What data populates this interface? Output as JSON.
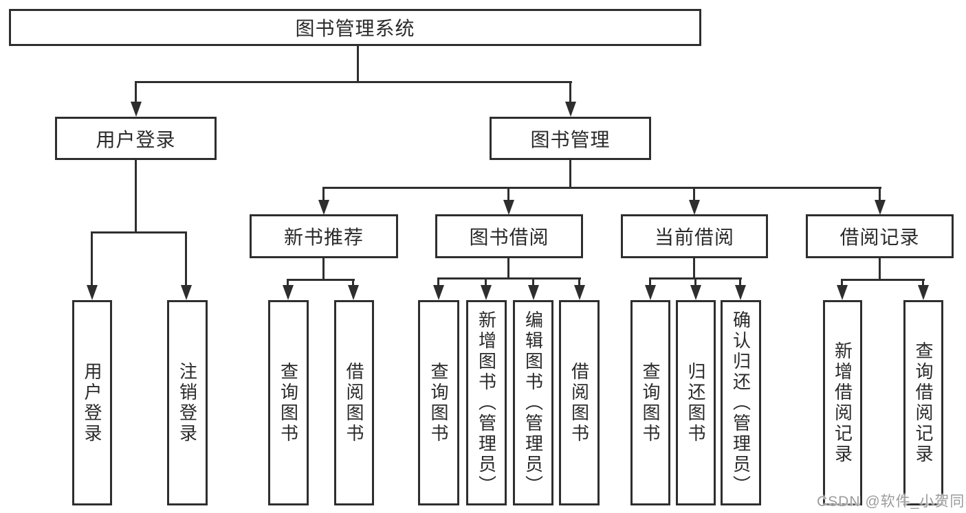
{
  "tree": {
    "label": "图书管理系统",
    "children": [
      {
        "label": "用户登录",
        "children": [
          {
            "label": "用户登录"
          },
          {
            "label": "注销登录"
          }
        ]
      },
      {
        "label": "图书管理",
        "children": [
          {
            "label": "新书推荐",
            "children": [
              {
                "label": "查询图书"
              },
              {
                "label": "借阅图书"
              }
            ]
          },
          {
            "label": "图书借阅",
            "children": [
              {
                "label": "查询图书"
              },
              {
                "label": "新增图书（管理员）"
              },
              {
                "label": "编辑图书（管理员）"
              },
              {
                "label": "借阅图书"
              }
            ]
          },
          {
            "label": "当前借阅",
            "children": [
              {
                "label": "查询图书"
              },
              {
                "label": "归还图书"
              },
              {
                "label": "确认归还（管理员）"
              }
            ]
          },
          {
            "label": "借阅记录",
            "children": [
              {
                "label": "新增借阅记录"
              },
              {
                "label": "查询借阅记录"
              }
            ]
          }
        ]
      }
    ]
  },
  "watermark": {
    "text": "CSDN @软件_小贺同学"
  },
  "colors": {
    "line": "#2e2e2e",
    "text": "#2a2a2a",
    "background": "#ffffff",
    "watermark": "#9c9c9c"
  }
}
